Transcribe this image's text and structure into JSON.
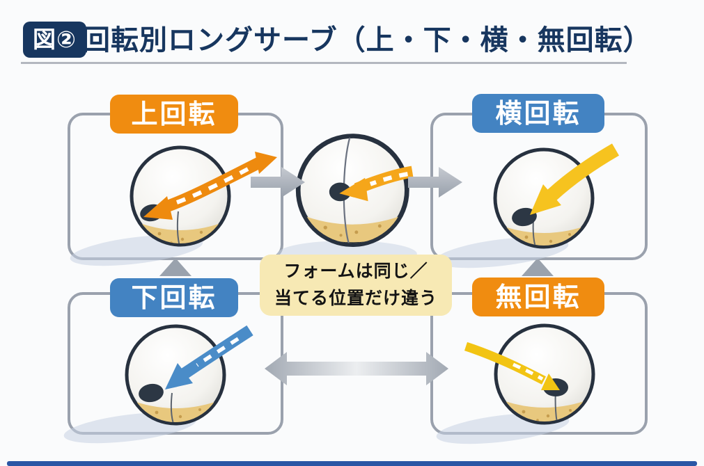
{
  "header": {
    "badge": "図②",
    "title": "回転別ロングサーブ（上・下・横・無回転）"
  },
  "panels": [
    {
      "id": "top-spin",
      "label": "上回転",
      "pill_color": "#f08c10",
      "arrow_color": "#ee8a0e",
      "arrow_style": "double-headed-curved-dashed"
    },
    {
      "id": "side-spin",
      "label": "横回転",
      "pill_color": "#4383c2",
      "arrow_color": "#f6c31f",
      "arrow_style": "curved-solid-down-left"
    },
    {
      "id": "back-spin",
      "label": "下回転",
      "pill_color": "#4383c2",
      "arrow_color": "#4a8cc8",
      "arrow_style": "curved-dashed-down-left"
    },
    {
      "id": "no-spin",
      "label": "無回転",
      "pill_color": "#f08c10",
      "arrow_color": "#f2c413",
      "arrow_style": "flat-swoosh-dashed"
    }
  ],
  "center_ball": {
    "arrow_color": "#f5a61a",
    "arrow_style": "point-left-dashed"
  },
  "note": {
    "line1": "フォームは同じ／",
    "line2": "当てる位置だけ違う",
    "bg_color": "#f7e9b4"
  },
  "colors": {
    "title_navy": "#17365f",
    "box_border": "#9aa1ad",
    "connector_gray": "#a9b0ba",
    "ball_outline": "#27313f",
    "ball_band_tan": "#e8c87e",
    "contact_dot": "#2c3744",
    "shadow_blue": "#c6d2e2",
    "footer_bar_blue": "#2a56a5",
    "background": "#fafbfc"
  }
}
